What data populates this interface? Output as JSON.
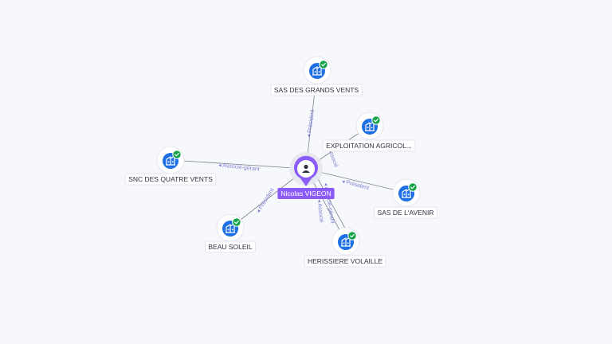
{
  "center": {
    "name": "Nicolas VIGEON",
    "icon": "person-icon",
    "color": "#8b5cf6"
  },
  "companies": [
    {
      "id": "sas-des-grands-vents",
      "label": "SAS DES GRANDS VENTS",
      "icon": "building-icon",
      "badge": "check-badge-icon"
    },
    {
      "id": "exploitation-agricol",
      "label": "EXPLOITATION AGRICOL...",
      "icon": "building-icon",
      "badge": "check-badge-icon"
    },
    {
      "id": "snc-des-quatre-vents",
      "label": "SNC DES QUATRE VENTS",
      "icon": "building-icon",
      "badge": "check-badge-icon"
    },
    {
      "id": "sas-de-lavenir",
      "label": "SAS DE L'AVENIR",
      "icon": "building-icon",
      "badge": "check-badge-icon"
    },
    {
      "id": "beau-soleil",
      "label": "BEAU SOLEIL",
      "icon": "building-icon",
      "badge": "check-badge-icon"
    },
    {
      "id": "herissiere-volaille",
      "label": "HERISSIERE VOLAILLE",
      "icon": "building-icon",
      "badge": "check-badge-icon"
    }
  ],
  "edges": [
    {
      "to": "sas-des-grands-vents",
      "label": "Président"
    },
    {
      "to": "exploitation-agricol",
      "label": "Associé"
    },
    {
      "to": "snc-des-quatre-vents",
      "label": "Associé-gérant"
    },
    {
      "to": "sas-de-lavenir",
      "label": "Président"
    },
    {
      "to": "beau-soleil",
      "label": "Président"
    },
    {
      "to": "herissiere-volaille",
      "label": "Associé-gérant"
    },
    {
      "to": "herissiere-volaille",
      "label": "Associé"
    }
  ],
  "colors": {
    "company_icon_bg": "#1e6fe6",
    "badge": "#16a34a",
    "edge": "#7d8290",
    "edge_label": "#7b7fd0"
  }
}
